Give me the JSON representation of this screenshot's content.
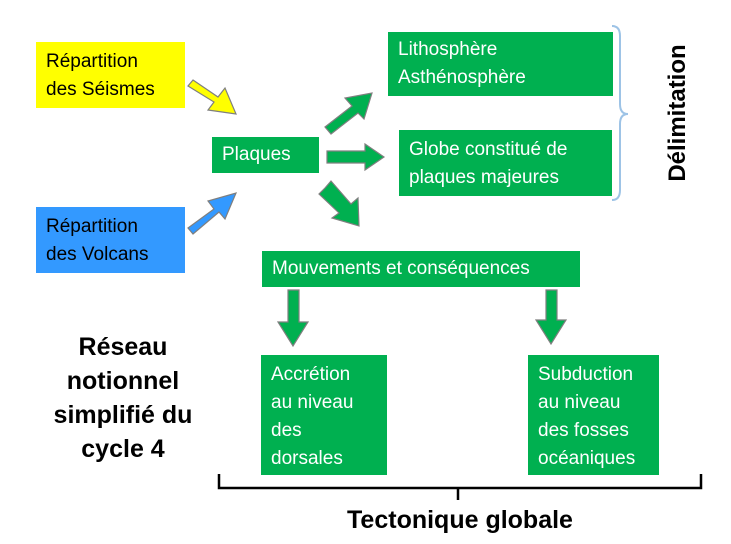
{
  "sources": {
    "seismes": "Répartition\ndes Séismes",
    "volcans": "Répartition\ndes Volcans"
  },
  "nodes": {
    "plaques": "Plaques",
    "lithosphere": "Lithosphère\nAsthénosphère",
    "globe": "Globe constitué de\nplaques majeures",
    "mouvements": "Mouvements et conséquences",
    "accretion": "Accrétion\nau  niveau\ndes\ndorsales",
    "subduction": "Subduction\nau niveau\ndes fosses\nocéaniques"
  },
  "labels": {
    "delimitation": "Délimitation",
    "reseau": "Réseau\nnotionnel\nsimplifié du\ncycle 4",
    "tectonique": "Tectonique globale"
  },
  "colors": {
    "green": "#00b050",
    "yellow": "#ffff00",
    "blue": "#3399ff",
    "arrow_stroke": "#7f7f7f"
  }
}
